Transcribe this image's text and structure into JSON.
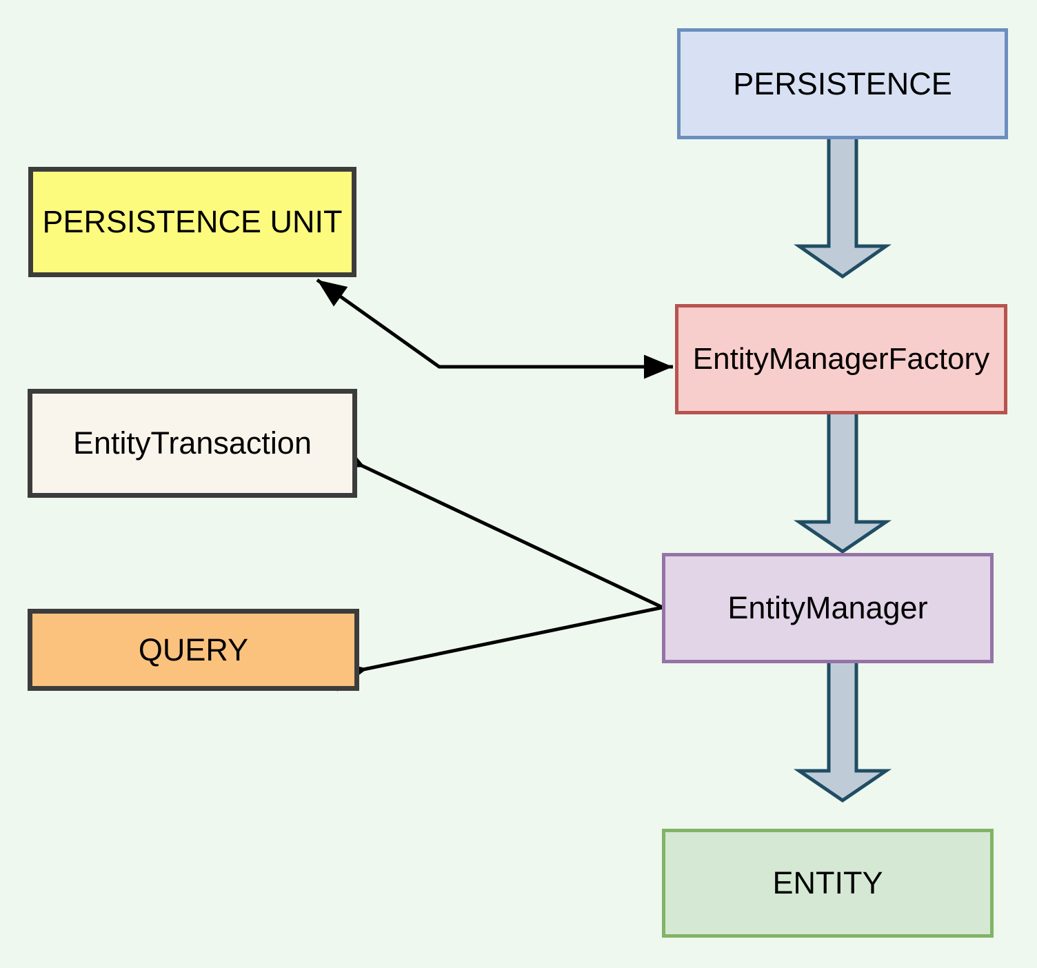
{
  "diagram_title": "",
  "background_color": "#eef8ee",
  "connector_color": "#000000",
  "block_arrow": {
    "fill": "#bfccd8",
    "outline": "#204d63"
  },
  "nodes": {
    "persistence": {
      "label": "PERSISTENCE",
      "fill": "#d8e1f4",
      "border": "#6c8ebf"
    },
    "persistence_unit": {
      "label": "PERSISTENCE UNIT",
      "fill": "#fcfb7e",
      "border": "#3c3c3c"
    },
    "entity_manager_factory": {
      "label": "EntityManagerFactory",
      "fill": "#f8cecc",
      "border": "#b85450"
    },
    "entity_transaction": {
      "label": "EntityTransaction",
      "fill": "#f9f5ed",
      "border": "#3c3c3c"
    },
    "query": {
      "label": "QUERY",
      "fill": "#fbc27e",
      "border": "#3c3c3c"
    },
    "entity_manager": {
      "label": "EntityManager",
      "fill": "#e1d5e7",
      "border": "#9673a6"
    },
    "entity": {
      "label": "ENTITY",
      "fill": "#d5e8d4",
      "border": "#82b366"
    }
  },
  "edges": [
    {
      "from": "persistence",
      "to": "entity_manager_factory",
      "style": "thick-block-arrow"
    },
    {
      "from": "entity_manager_factory",
      "to": "entity_manager",
      "style": "thick-block-arrow"
    },
    {
      "from": "entity_manager",
      "to": "entity",
      "style": "thick-block-arrow"
    },
    {
      "from": "entity_manager_factory",
      "to": "persistence_unit",
      "style": "thin-line-filled-arrowheads-both-ends"
    },
    {
      "from": "entity_manager",
      "to": "entity_transaction",
      "style": "thin-line-open-arrowhead"
    },
    {
      "from": "entity_manager",
      "to": "query",
      "style": "thin-line-open-arrowhead"
    }
  ]
}
